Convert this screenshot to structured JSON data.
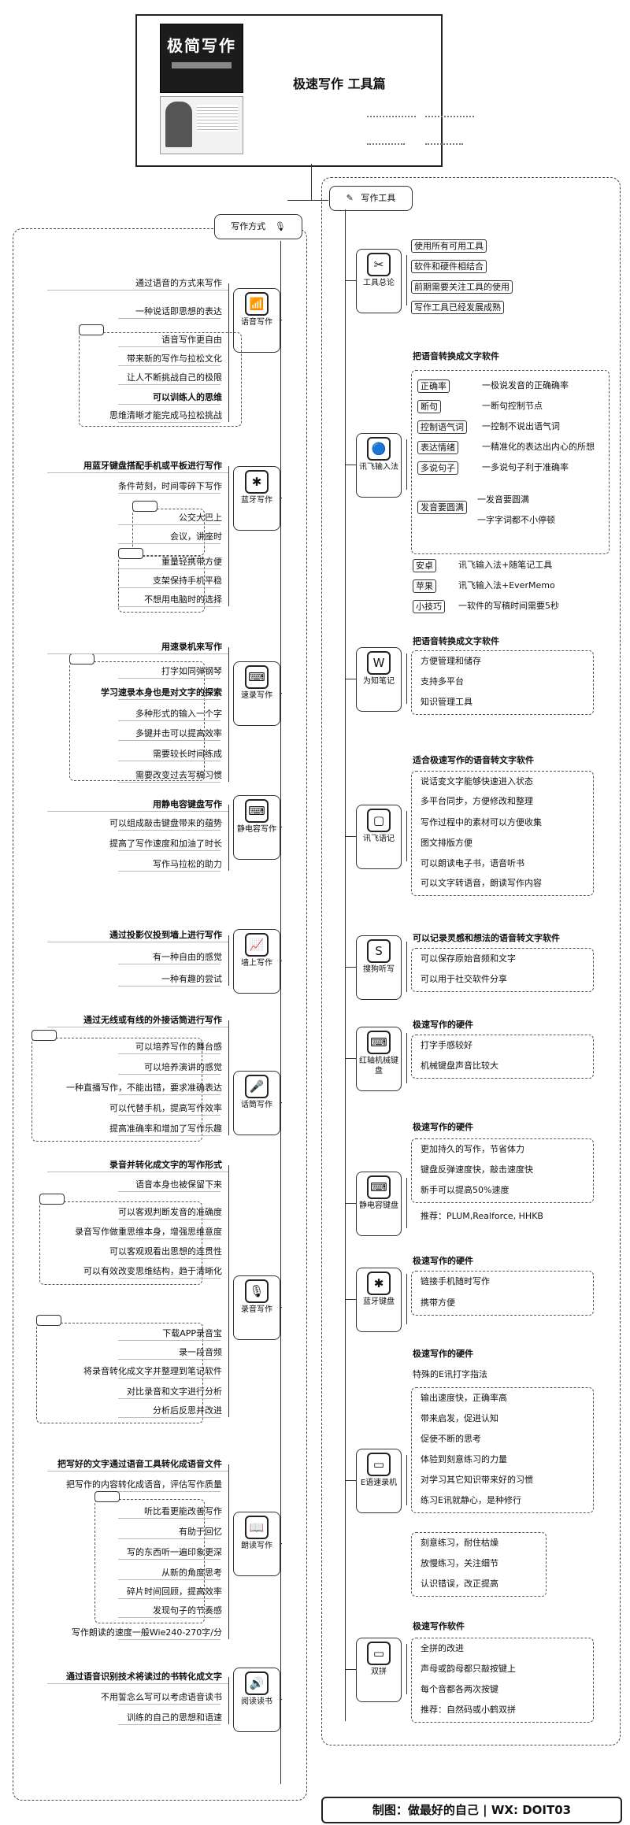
{
  "header": {
    "book_title": "极简写作",
    "title": "极速写作 工具篇"
  },
  "footer": {
    "maker": "制图：做最好的自己",
    "wechat": "WX: DOIT03"
  },
  "left": {
    "branch": "写作方式",
    "groups": [
      {
        "node": "语音写作",
        "items": [
          "通过语音的方式来写作",
          "一种说话即思想的表达",
          "语音写作更自由",
          "带来新的写作与拉松文化",
          "让人不断挑战自己的极限",
          "可以训练人的思维",
          "思维清晰才能完成马拉松挑战"
        ]
      },
      {
        "node": "蓝牙写作",
        "items": [
          "用蓝牙键盘搭配手机或平板进行写作",
          "条件苛刻，时间零碎下写作",
          "公交大巴上",
          "会议，讲座时",
          "重量轻携带方便",
          "支架保持手机平稳",
          "不想用电脑时的选择"
        ]
      },
      {
        "node": "速录写作",
        "items": [
          "用速录机来写作",
          "打字如同弹钢琴",
          "学习速录本身也是对文字的探索",
          "多种形式的输入一个字",
          "多键并击可以提高效率",
          "需要较长时间练成",
          "需要改变过去写稿习惯"
        ]
      },
      {
        "node": "静电容写作",
        "items": [
          "用静电容键盘写作",
          "可以组成敲击键盘带来的蕴势",
          "提高了写作速度和加油了时长",
          "写作马拉松的助力"
        ]
      },
      {
        "node": "墙上写作",
        "items": [
          "通过投影仪投到墙上进行写作",
          "有一种自由的感觉",
          "一种有趣的尝试"
        ]
      },
      {
        "node": "话筒写作",
        "items": [
          "通过无线或有线的外接话筒进行写作",
          "可以培养写作的舞台感",
          "可以培养演讲的感觉",
          "一种直播写作，不能出错，要求准确表达",
          "可以代替手机，提高写作效率",
          "提高准确率和增加了写作乐趣"
        ]
      },
      {
        "node": "录音写作",
        "items": [
          "录音并转化成文字的写作形式",
          "语音本身也被保留下来",
          "可以客观判断发音的准确度",
          "录音写作做重思维本身，增强思维意度",
          "可以客观观看出思想的连贯性",
          "可以有效改变思维结构，趋于清晰化",
          "下载APP录音宝",
          "录一段音频",
          "将录音转化成文字并整理到笔记软件",
          "对比录音和文字进行分析",
          "分析后反思并改进"
        ]
      },
      {
        "node": "朗读写作",
        "items": [
          "把写好的文字通过语音工具转化成语音文件",
          "把写作的内容转化成语音，评估写作质量",
          "听比看更能改善写作",
          "有助于回忆",
          "写的东西听一遍印象更深",
          "从新的角度思考",
          "碎片时间回顾，提高效率",
          "发现句子的节奏感",
          "写作朗读的速度一般Wie240-270字/分"
        ]
      },
      {
        "node": "阅读读书",
        "items": [
          "通过语音识别技术将读过的书转化成文字",
          "不用誓念么写可以考虑语音读书",
          "训练的自己的思想和语速"
        ]
      }
    ]
  },
  "right": {
    "branch": "写作工具",
    "groups": [
      {
        "node": "工具总论",
        "items": [
          "使用所有可用工具",
          "软件和硬件相结合",
          "前期需要关注工具的使用",
          "写作工具已经发展成熟"
        ]
      },
      {
        "node": "讯飞输入法",
        "items": [
          "把语音转换成文字软件",
          "正确率",
          "一极说发音的正确确率",
          "断句",
          "一断句控制节点",
          "控制语气词",
          "一控制不说出语气词",
          "表达情绪",
          "一精准化的表达出内心的所想",
          "多说句子",
          "一多说句子利于准确率",
          "发音要圆满",
          "一发音要圆满",
          "一字字词都不小停顿",
          "安卓",
          "讯飞输入法+随笔记工具",
          "苹果",
          "讯飞输入法+EverMemo",
          "小技巧",
          "一软件的写稿时间需要5秒"
        ]
      },
      {
        "node": "为知笔记",
        "items": [
          "把语音转换成文字软件",
          "方便管理和储存",
          "支持多平台",
          "知识管理工具"
        ]
      },
      {
        "node": "讯飞语记",
        "items": [
          "适合极速写作的语音转文字软件",
          "说话变文字能够快速进入状态",
          "多平台同步，方便修改和整理",
          "写作过程中的素材可以方便收集",
          "图文排版方便",
          "可以朗读电子书，语音听书",
          "可以文字转语音，朗读写作内容"
        ]
      },
      {
        "node": "搜狗听写",
        "items": [
          "可以记录灵感和想法的语音转文字软件",
          "可以保存原始音频和文字",
          "可以用于社交软件分享"
        ]
      },
      {
        "node": "红轴机械键盘",
        "items": [
          "极速写作的硬件",
          "打字手感较好",
          "机械键盘声音比较大"
        ]
      },
      {
        "node": "静电容键盘",
        "items": [
          "极速写作的硬件",
          "更加持久的写作，节省体力",
          "键盘反弹速度快，敲击速度快",
          "新手可以提高50%速度",
          "推荐：PLUM,Realforce, HHKB"
        ]
      },
      {
        "node": "蓝牙键盘",
        "items": [
          "极速写作的硬件",
          "链接手机随时写作",
          "携带方便"
        ]
      },
      {
        "node": "E语速录机",
        "items": [
          "极速写作的硬件",
          "特殊的E讯打字指法",
          "输出速度快，正确率高",
          "带来启发，促进认知",
          "促使不断的思考",
          "体验到刻意练习的力量",
          "对学习其它知识带来好的习惯",
          "练习E讯就静心，是种修行",
          "刻意练习，耐住枯燥",
          "放慢练习，关注细节",
          "认识错误，改正提高"
        ]
      },
      {
        "node": "双拼",
        "items": [
          "极速写作软件",
          "全拼的改进",
          "声母或韵母都只敲按键上",
          "每个音都各两次按键",
          "推荐：自然码或小鹤双拼"
        ]
      }
    ]
  }
}
